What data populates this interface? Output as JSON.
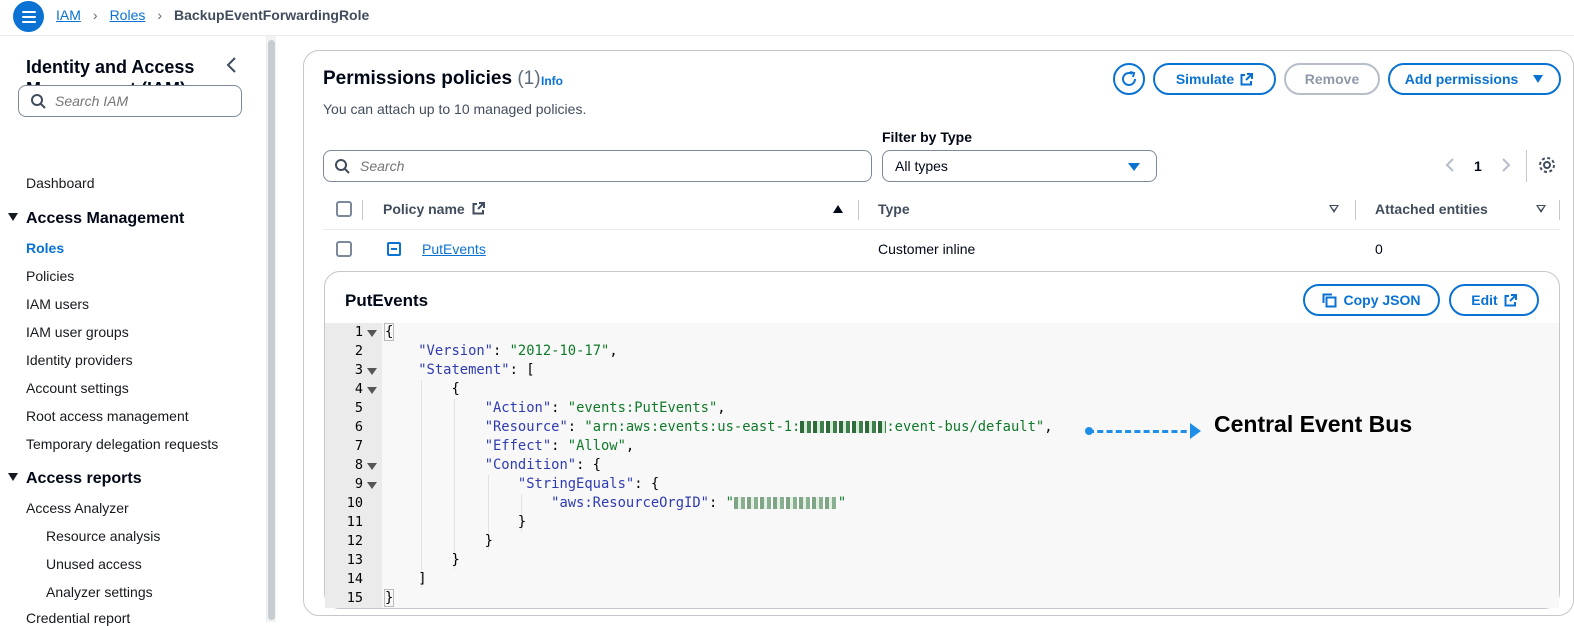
{
  "breadcrumb": {
    "items": [
      "IAM",
      "Roles"
    ],
    "current": "BackupEventForwardingRole"
  },
  "sidebar": {
    "title": "Identity and Access Management (IAM)",
    "search_placeholder": "Search IAM",
    "dashboard": "Dashboard",
    "access_management": {
      "label": "Access Management",
      "items": [
        "Roles",
        "Policies",
        "IAM users",
        "IAM user groups",
        "Identity providers",
        "Account settings",
        "Root access management",
        "Temporary delegation requests"
      ]
    },
    "access_reports": {
      "label": "Access reports",
      "analyzer": "Access Analyzer",
      "analyzer_items": [
        "Resource analysis",
        "Unused access",
        "Analyzer settings"
      ],
      "partial": "Credential report"
    }
  },
  "policies": {
    "title": "Permissions policies",
    "count": "(1)",
    "info": "Info",
    "description": "You can attach up to 10 managed policies.",
    "buttons": {
      "simulate": "Simulate",
      "remove": "Remove",
      "add": "Add permissions"
    },
    "search_placeholder": "Search",
    "filter_label": "Filter by Type",
    "filter_value": "All types",
    "page": "1",
    "columns": [
      "Policy name",
      "Type",
      "Attached entities"
    ],
    "rows": [
      {
        "name": "PutEvents",
        "type": "Customer inline",
        "attached": "0"
      }
    ]
  },
  "detail": {
    "title": "PutEvents",
    "copy_json": "Copy JSON",
    "edit": "Edit",
    "code": {
      "line_numbers": [
        "1",
        "2",
        "3",
        "4",
        "5",
        "6",
        "7",
        "8",
        "9",
        "10",
        "11",
        "12",
        "13",
        "14",
        "15"
      ],
      "version_key": "\"Version\"",
      "version_val": "\"2012-10-17\"",
      "statement_key": "\"Statement\"",
      "action_key": "\"Action\"",
      "action_val": "\"events:PutEvents\"",
      "resource_key": "\"Resource\"",
      "resource_prefix": "\"arn:aws:events:us-east-1:",
      "resource_suffix": ":event-bus/default\"",
      "effect_key": "\"Effect\"",
      "effect_val": "\"Allow\"",
      "condition_key": "\"Condition\"",
      "string_equals_key": "\"StringEquals\"",
      "org_key": "\"aws:ResourceOrgID\"",
      "org_prefix": "\"",
      "org_suffix": "\""
    }
  },
  "annotation": {
    "text": "Central Event Bus"
  },
  "colors": {
    "accent": "#0972d3",
    "annotation": "#1f8ee8"
  }
}
